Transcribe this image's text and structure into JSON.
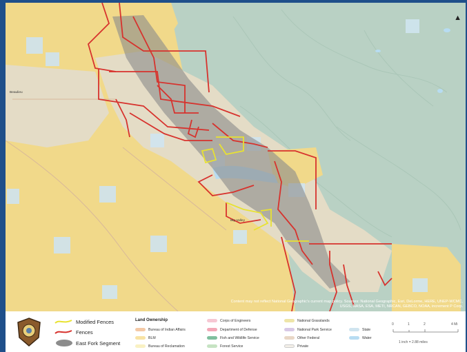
{
  "map": {
    "north_symbol": "north-arrow-icon",
    "place_labels": [
      "Beaulieu",
      "Big Valley"
    ],
    "attribution": "Content may not reflect National Geographic's current map policy. Sources: National Geographic, Esri, DeLorme, HERE, UNEP-WCMC, USGS, NASA, ESA, METI, NRCAN, GEBCO, NOAA, increment P Corp."
  },
  "legend": {
    "lines": [
      {
        "label": "Modified Fences",
        "color": "#e8e231"
      },
      {
        "label": "Fences",
        "color": "#d7322d"
      },
      {
        "label": "East Fork Segment",
        "color": "#8c8c8c"
      }
    ],
    "ownership_title": "Land Ownership",
    "ownership": [
      {
        "label": "Bureau of Indian Affairs",
        "color": "#f4c9a6"
      },
      {
        "label": "BLM",
        "color": "#f8e3a4"
      },
      {
        "label": "Bureau of Reclamation",
        "color": "#f9f1c3"
      },
      {
        "label": "Corps of Engineers",
        "color": "#f6c7d3"
      },
      {
        "label": "Department of Defense",
        "color": "#f3a7b7"
      },
      {
        "label": "Fish and Wildlife Service",
        "color": "#7fbf9e"
      },
      {
        "label": "Forest Service",
        "color": "#c6e3c3"
      },
      {
        "label": "National Grasslands",
        "color": "#eee5a8"
      },
      {
        "label": "National Park Service",
        "color": "#d8c9e6"
      },
      {
        "label": "Other Federal",
        "color": "#e9d7c6"
      },
      {
        "label": "Private",
        "color": "#f3efe8"
      },
      {
        "label": "State",
        "color": "#cfe4ef"
      },
      {
        "label": "Water",
        "color": "#b7dcf2"
      }
    ],
    "scale": {
      "ticks": [
        "0",
        "1",
        "2",
        "4 Mi"
      ],
      "text": "1 inch = 2.88 miles"
    },
    "badge_icon": "agency-shield-icon"
  },
  "colors": {
    "frame": "#1f4f8a",
    "forest": "#b9d1c4",
    "blm": "#f1d98a",
    "private": "#e4dcc6",
    "water": "#b7dcf2",
    "segment": "#8c8c8c",
    "fence": "#d7322d",
    "modified": "#e8e231"
  }
}
